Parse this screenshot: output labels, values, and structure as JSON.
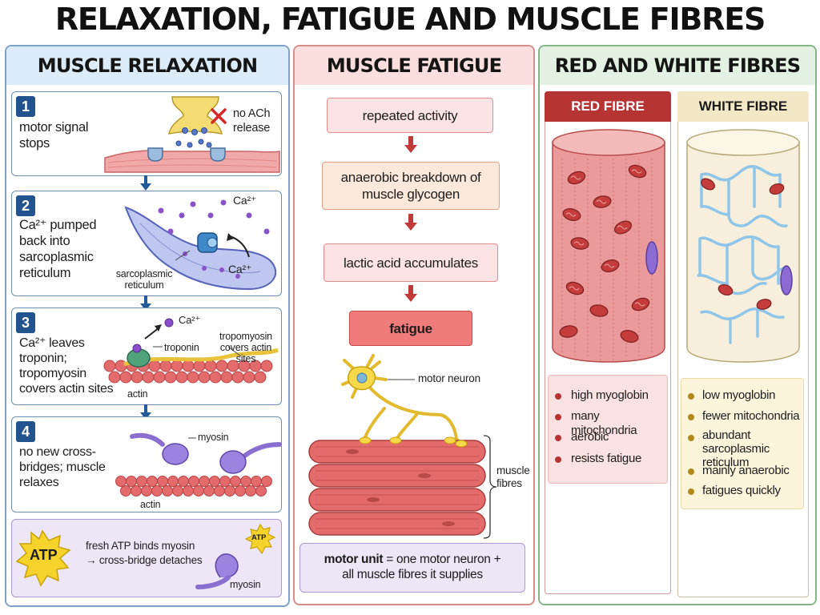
{
  "title": "RELAXATION, FATIGUE AND MUSCLE FIBRES",
  "colors": {
    "blue_head": "#dcebf8",
    "pink_head": "#fbdede",
    "green_head": "#e2f1e1",
    "red": "#c03a3a",
    "gold": "#e6c97a"
  },
  "relaxation": {
    "heading": "MUSCLE RELAXATION",
    "steps": [
      {
        "num": "1",
        "text": "motor signal stops",
        "labels": [
          "no ACh",
          "release"
        ]
      },
      {
        "num": "2",
        "text": "Ca²⁺ pumped back into sarcoplasmic reticulum",
        "labels": [
          "Ca²⁺",
          "Ca²⁺",
          "sarcoplasmic",
          "reticulum"
        ]
      },
      {
        "num": "3",
        "text": "Ca²⁺ leaves troponin; tropomyosin covers actin sites",
        "labels": [
          "Ca²⁺",
          "troponin",
          "tropomyosin",
          "covers actin sites",
          "actin"
        ]
      },
      {
        "num": "4",
        "text": "no new cross-bridges; muscle relaxes",
        "labels": [
          "myosin",
          "actin"
        ]
      }
    ],
    "atp": {
      "badge": "ATP",
      "line1": "fresh ATP binds myosin",
      "line2": "→ cross-bridge detaches",
      "small_badge": "ATP",
      "myosin": "myosin"
    }
  },
  "fatigue": {
    "heading": "MUSCLE FATIGUE",
    "flow": [
      "repeated activity",
      "anaerobic breakdown of muscle glycogen",
      "lactic acid accumulates",
      "fatigue"
    ],
    "motor_neuron": "motor neuron",
    "muscle_fibres": [
      "muscle",
      "fibres"
    ],
    "unit_bold": "motor unit",
    "unit_rest": " = one motor neuron +",
    "unit_line2": "all muscle fibres it supplies"
  },
  "fibres": {
    "heading": "RED AND WHITE FIBRES",
    "red": {
      "title": "RED FIBRE",
      "items": [
        "high myoglobin",
        "many mitochondria",
        "aerobic",
        "resists fatigue"
      ]
    },
    "white": {
      "title": "WHITE FIBRE",
      "items": [
        "low myoglobin",
        "fewer mitochondria",
        "abundant sarcoplasmic reticulum",
        "mainly anaerobic",
        "fatigues quickly"
      ]
    }
  }
}
